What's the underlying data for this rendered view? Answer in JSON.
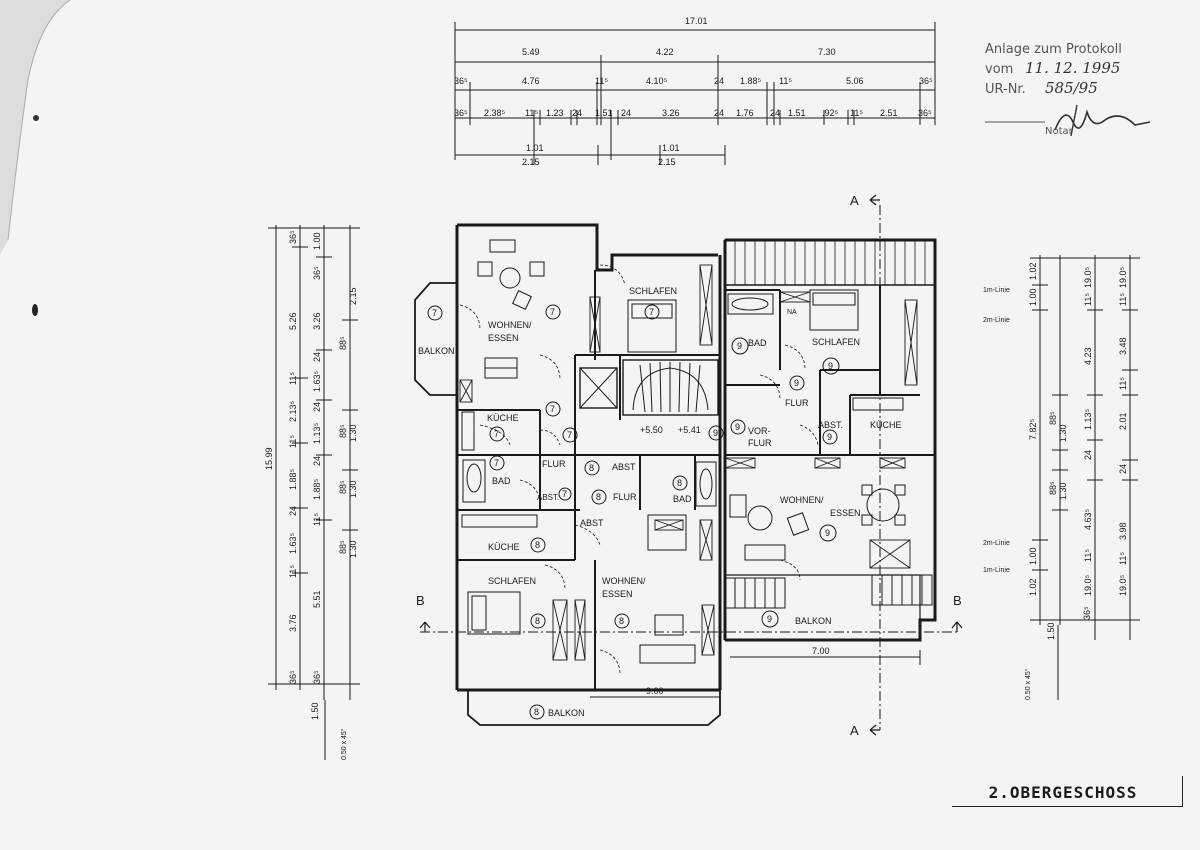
{
  "sheet_title": "2.OBERGESCHOSS",
  "stamp": {
    "line1": "Anlage zum Protokoll",
    "line2_label": "vom",
    "line2_value": "11. 12. 1995",
    "line3_label": "UR-Nr.",
    "line3_value": "585/95",
    "role": "Notar"
  },
  "rooms": {
    "wohnen7": "WOHNEN/",
    "wohnen7b": "ESSEN",
    "schlafen7": "SCHLAFEN",
    "balkon7": "BALKON",
    "kueche7": "KÜCHE",
    "flur7": "FLUR",
    "bad7": "BAD",
    "abst7": "ABST.",
    "kueche8": "KÜCHE",
    "abst8a": "ABST",
    "flur8": "FLUR",
    "bad8": "BAD",
    "abst8b": "ABST",
    "schlafen8": "SCHLAFEN",
    "wohnen8": "WOHNEN/",
    "wohnen8b": "ESSEN",
    "balkon8": "BALKON",
    "bad9": "BAD",
    "schlafen9": "SCHLAFEN",
    "flur9": "FLUR",
    "vorflur9a": "VOR-",
    "vorflur9b": "FLUR",
    "abst9": "ABST.",
    "kueche9": "KÜCHE",
    "wohnen9": "WOHNEN/",
    "wohnen9b": "ESSEN",
    "balkon9": "BALKON",
    "na": "NA"
  },
  "unit_numbers": {
    "u7": "7",
    "u8": "8",
    "u9": "9"
  },
  "levels": {
    "l1": "+5.50",
    "l2": "+5.41"
  },
  "sections": {
    "a": "A",
    "b": "B"
  },
  "top_dims": {
    "total": "17.01",
    "row1": [
      "5.49",
      "4.22",
      "7.30"
    ],
    "row2": [
      "36⁵",
      "4.76",
      "11⁵",
      "4.10⁵",
      "24",
      "1.88⁵",
      "11⁵",
      "5.06",
      "36⁵"
    ],
    "row3": [
      "36⁵",
      "2.38⁵",
      "11⁵",
      "1.23",
      "24",
      "1.51",
      "24",
      "3.26",
      "24",
      "1.76",
      "24",
      "1.51",
      ".92⁵",
      "11⁵",
      "2.51",
      "36⁵"
    ],
    "row4a": [
      "1.01",
      "2.15"
    ],
    "row4b": [
      "1.01",
      "2.15"
    ]
  },
  "left_dims": {
    "total": "15.99",
    "col1": [
      "36⁵",
      "5.26",
      "11⁵",
      "2.13⁵",
      "11⁵",
      "1.88⁵",
      "24",
      "1.63⁵",
      "11⁵",
      "3.76",
      "36⁵"
    ],
    "col2": [
      "1.00",
      "36⁵",
      "3.26",
      "24",
      "1.63⁵",
      "24",
      "1.13⁵",
      "24",
      "1.88⁵",
      "11⁵",
      "5.51",
      "36⁵"
    ],
    "col3": [
      "2.15",
      "88⁵",
      "1.30",
      "88⁵",
      "1.30",
      "88⁵",
      "1.30",
      "88⁵"
    ],
    "bottom": [
      "1.50",
      "0.50 x 45°"
    ]
  },
  "right_dims": {
    "col1": [
      "1.02",
      "1.00",
      "7.82⁵",
      "1.00",
      "1.02"
    ],
    "col2": [
      "19.0⁵",
      "11⁵",
      "4.23",
      "1.13⁵",
      "24",
      "4.63⁵",
      "11⁵",
      "19.0⁵"
    ],
    "col3": [
      "19.0⁵",
      "11⁵",
      "3.48",
      "11⁵",
      "2.01",
      "24",
      "3.98",
      "11⁵",
      "19.0⁵"
    ],
    "col_mid": [
      "88⁵",
      "1.30",
      "88⁵",
      "1.30"
    ],
    "linie": [
      "1m-Linie",
      "2m-Linie",
      "2m-Linie",
      "1m-Linie"
    ],
    "bottom": [
      "1.50",
      "36⁵",
      "0.50 x 45°"
    ]
  },
  "bottom_dims": {
    "d9": "9.00",
    "d7": "7.00"
  },
  "colors": {
    "ink": "#1a1a1a",
    "paper": "#f4f4f2",
    "stamp": "#555555"
  }
}
